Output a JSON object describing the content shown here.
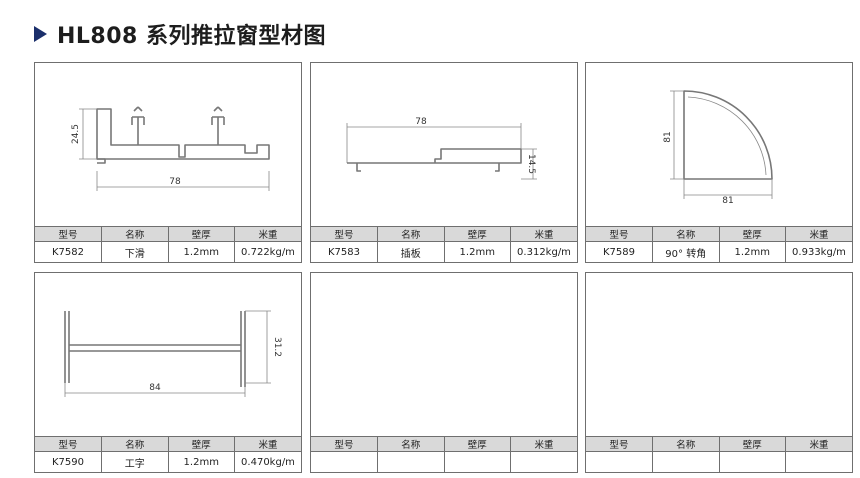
{
  "title": "HL808 系列推拉窗型材图",
  "table_headers": [
    "型号",
    "名称",
    "壁厚",
    "米重"
  ],
  "panels": [
    {
      "model": "K7582",
      "name": "下滑",
      "thickness": "1.2mm",
      "weight": "0.722kg/m",
      "dims": [
        "24.5",
        "78"
      ]
    },
    {
      "model": "K7583",
      "name": "插板",
      "thickness": "1.2mm",
      "weight": "0.312kg/m",
      "dims": [
        "78",
        "14.5"
      ]
    },
    {
      "model": "K7589",
      "name": "90° 转角",
      "thickness": "1.2mm",
      "weight": "0.933kg/m",
      "dims": [
        "81",
        "81"
      ]
    },
    {
      "model": "K7590",
      "name": "工字",
      "thickness": "1.2mm",
      "weight": "0.470kg/m",
      "dims": [
        "31.2",
        "84"
      ]
    },
    {
      "model": "",
      "name": "",
      "thickness": "",
      "weight": "",
      "dims": []
    },
    {
      "model": "",
      "name": "",
      "thickness": "",
      "weight": "",
      "dims": []
    }
  ]
}
